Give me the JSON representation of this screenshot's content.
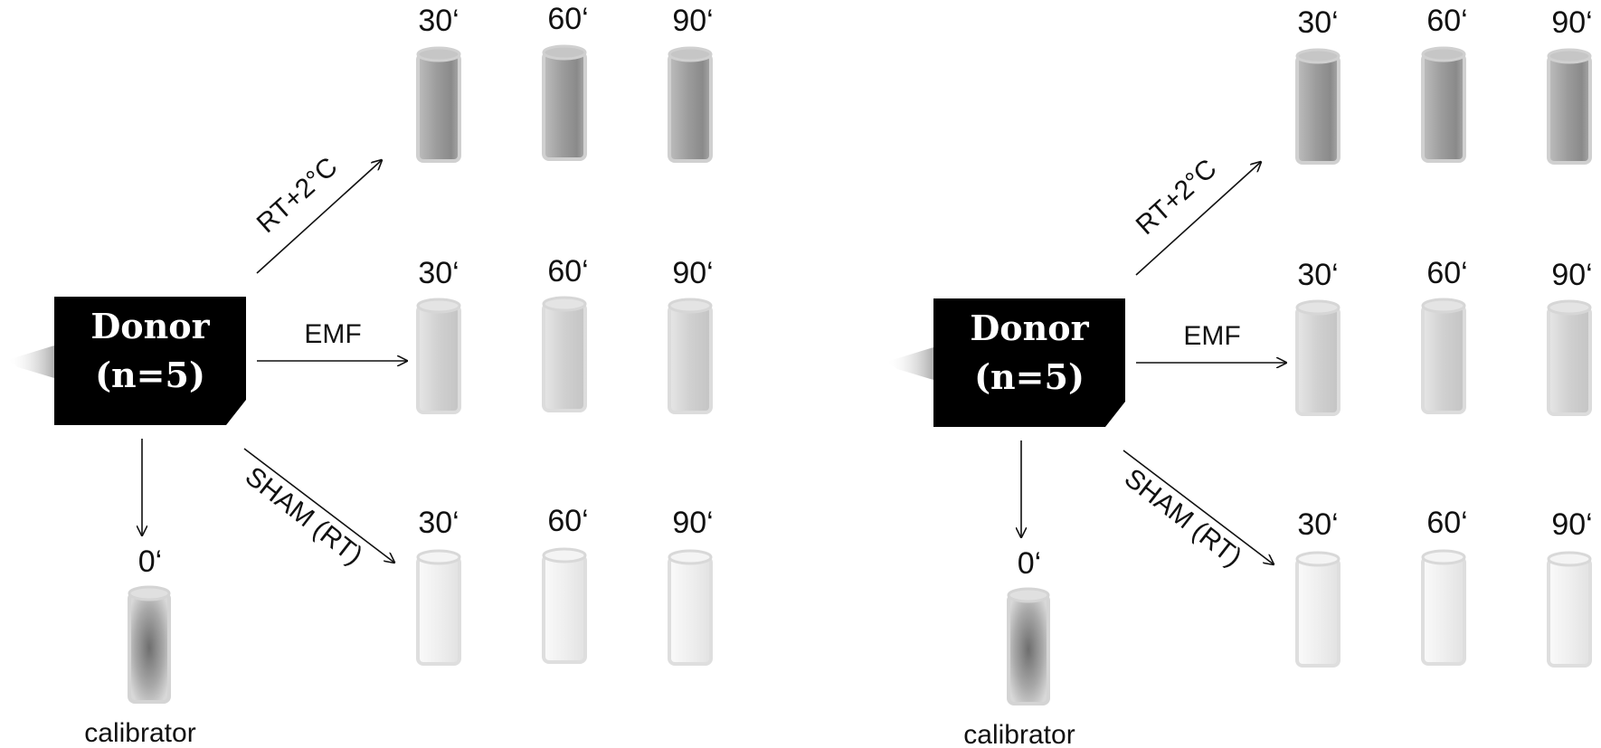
{
  "panels": [
    {
      "donor": {
        "line1": "Donor",
        "line2": "(n=5)"
      },
      "arrows": {
        "up": "RT+2°C",
        "middle": "EMF",
        "down": "SHAM (RT)"
      },
      "calibrator": {
        "time": "0‘",
        "label": "calibrator"
      },
      "times": [
        "30‘",
        "60‘",
        "90‘"
      ]
    },
    {
      "donor": {
        "line1": "Donor",
        "line2": "(n=5)"
      },
      "arrows": {
        "up": "RT+2°C",
        "middle": "EMF",
        "down": "SHAM (RT)"
      },
      "calibrator": {
        "time": "0‘",
        "label": "calibrator"
      },
      "times": [
        "30‘",
        "60‘",
        "90‘"
      ]
    }
  ],
  "colors": {
    "donor_box": "#000000",
    "tube_rt": "#9a9a9a",
    "tube_emf": "#d2d2d2",
    "tube_sham": "#efefef",
    "tube_calibrator": "#8a8a8a"
  }
}
